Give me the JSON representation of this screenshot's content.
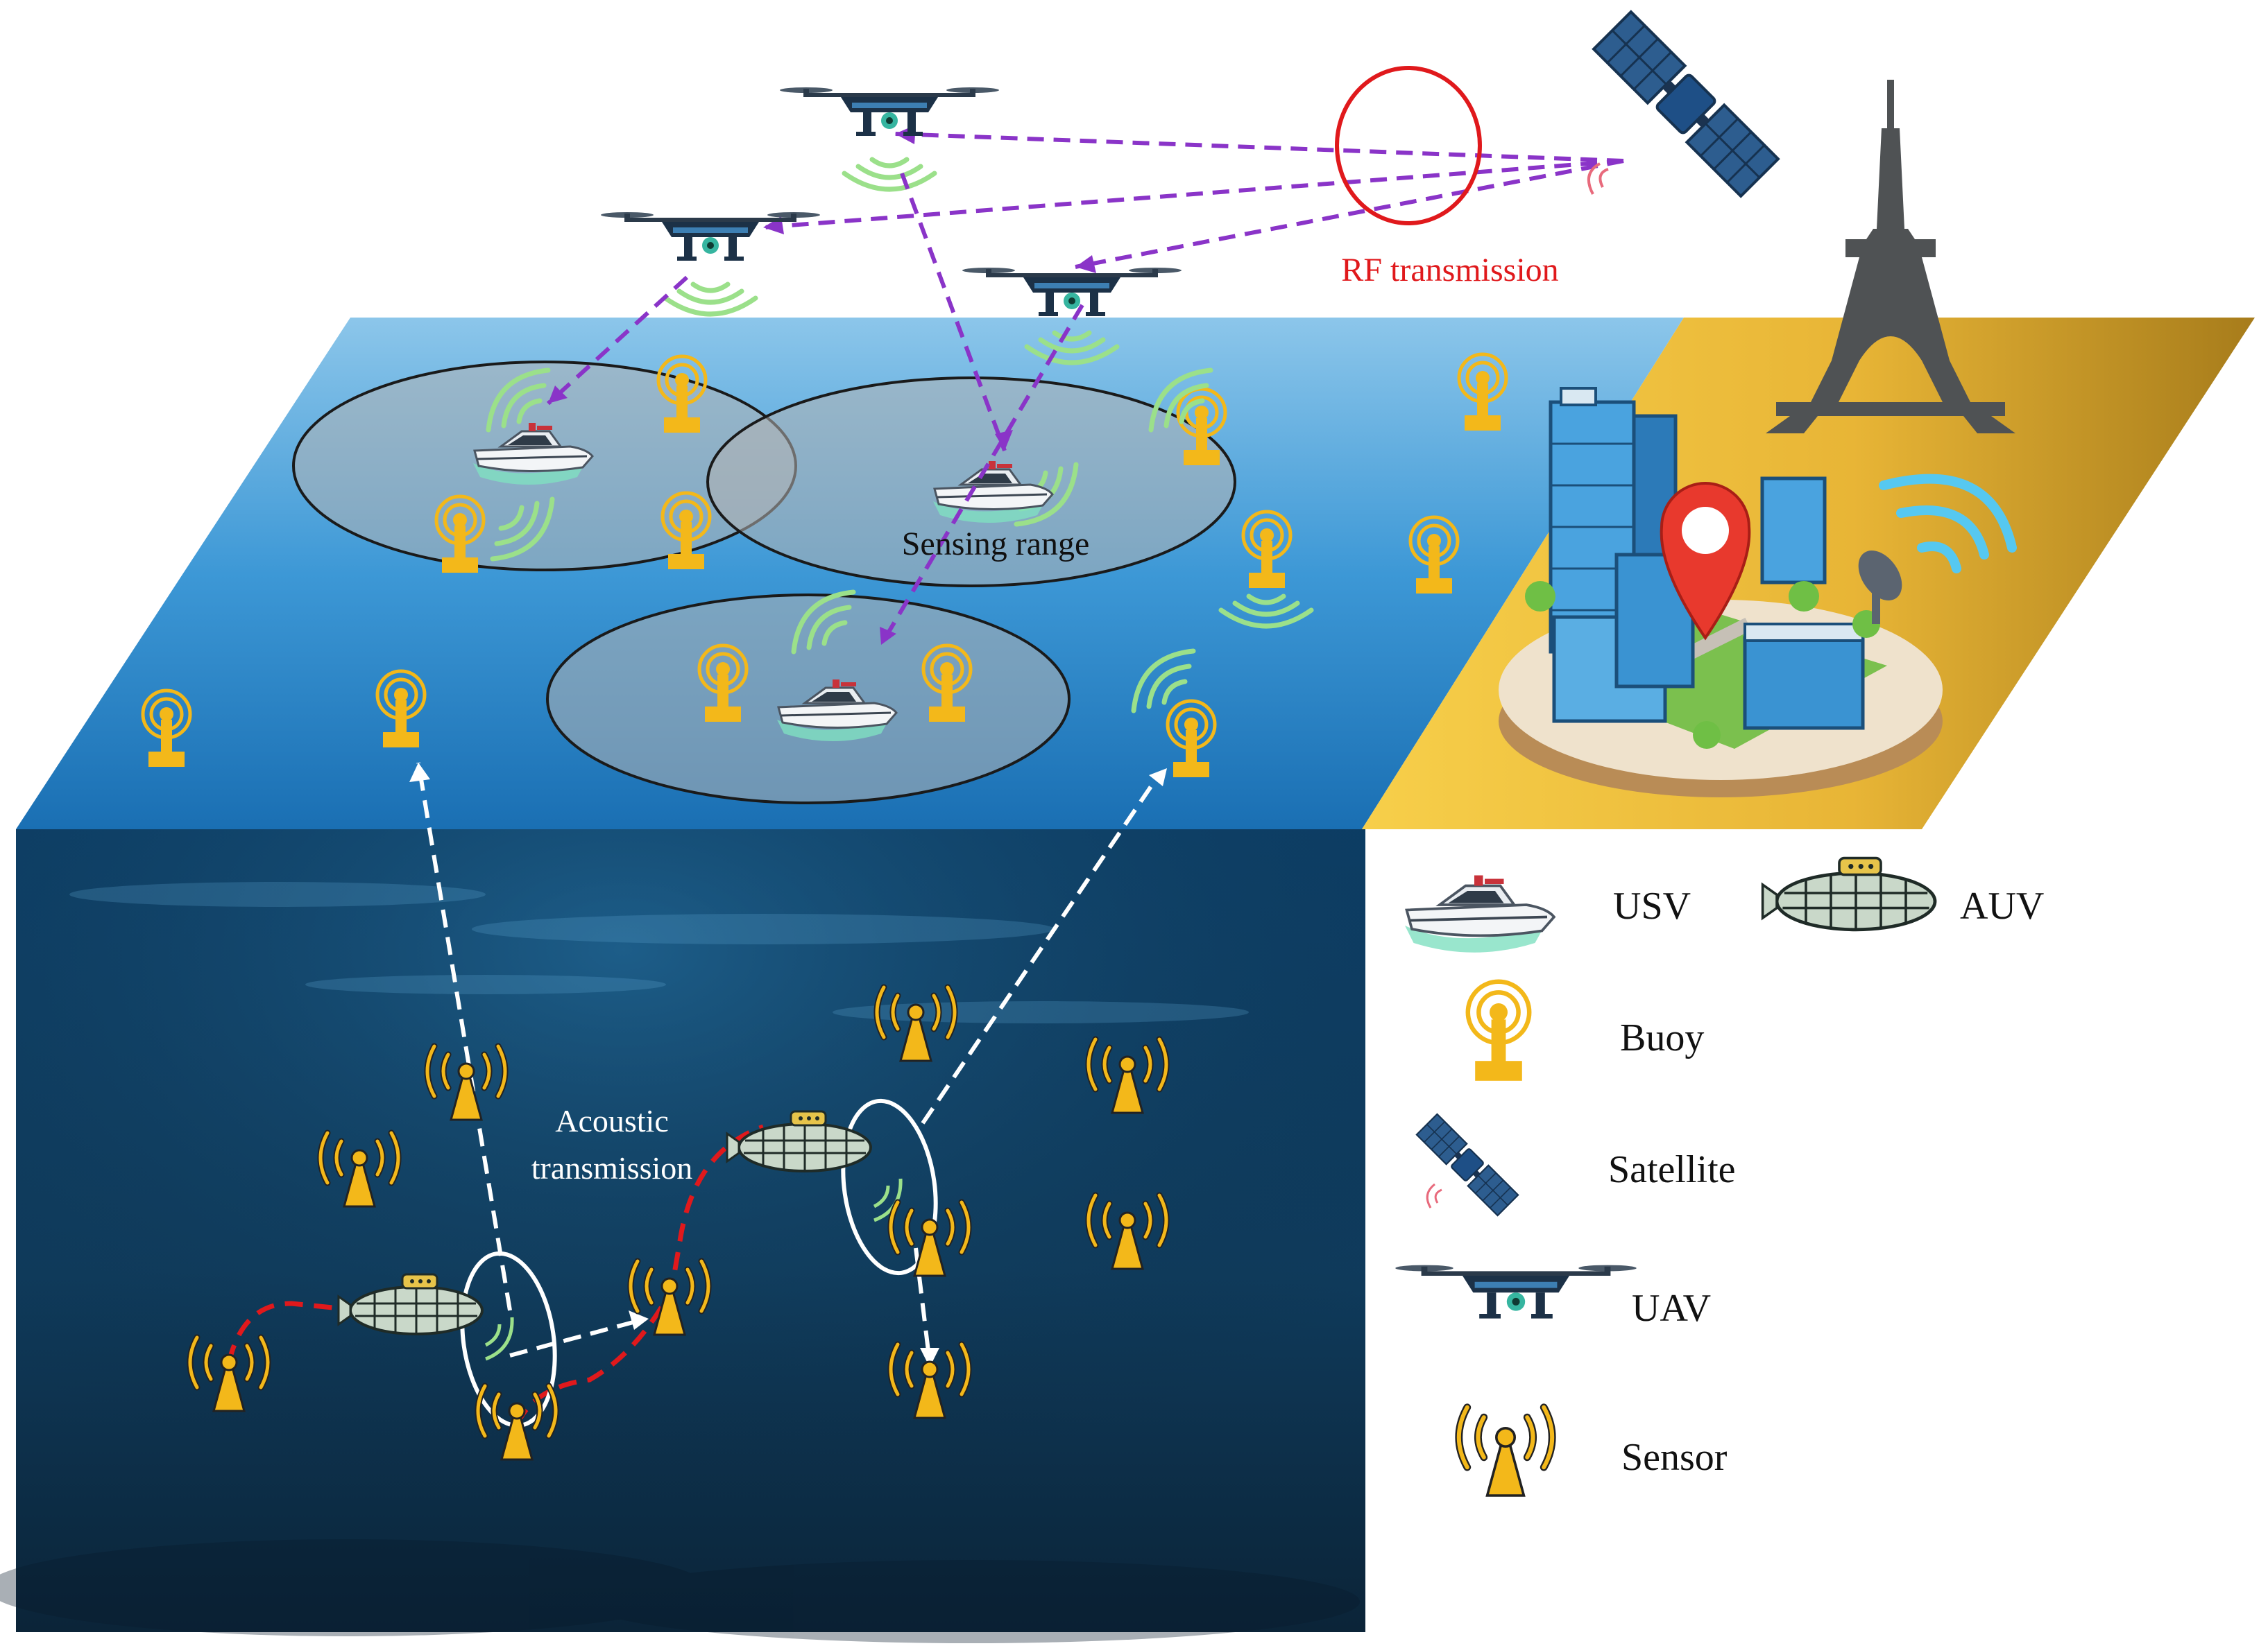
{
  "labels": {
    "rf_transmission": "RF transmission",
    "sensing_range": "Sensing range",
    "acoustic_line1": "Acoustic",
    "acoustic_line2": "transmission"
  },
  "legend": {
    "usv": "USV",
    "auv": "AUV",
    "buoy": "Buoy",
    "satellite": "Satellite",
    "uav": "UAV",
    "sensor": "Sensor"
  },
  "colors": {
    "sky_water_top": "#8cc6ea",
    "sky_water_bottom": "#1d74b8",
    "deep_water_top": "#0c3558",
    "deep_water_bottom": "#0e2a40",
    "land_light": "#f2c640",
    "land_dark": "#b88a1e",
    "rf_link": "#8a34c8",
    "rf_label": "#e0191c",
    "acoustic_link": "#ffffff",
    "auv_path": "#e0191c",
    "buoy": "#f3b81a",
    "sensor": "#f3b81a",
    "signal_wave": "#9be08a",
    "tower": "#4f5254"
  },
  "icons": {
    "uav": "drone-icon",
    "satellite": "satellite-icon",
    "usv": "boat-icon",
    "auv": "submarine-icon",
    "buoy": "buoy-icon",
    "sensor": "sensor-tower-icon",
    "tower": "radio-tower-icon",
    "city": "smart-city-icon",
    "location_pin": "location-pin-icon"
  }
}
